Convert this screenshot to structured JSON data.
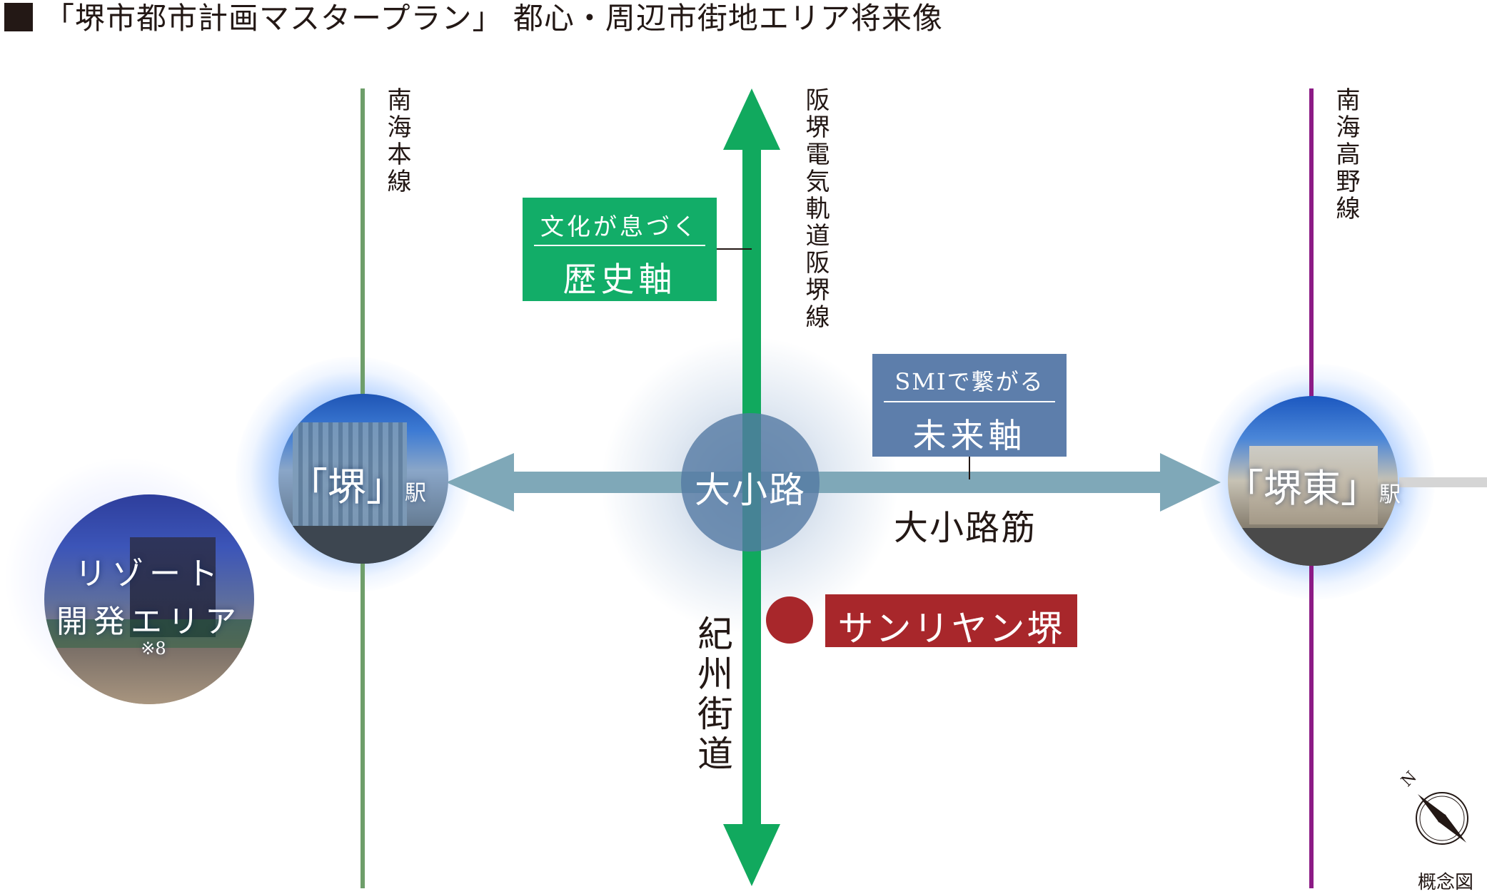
{
  "title": "「堺市都市計画マスタープラン」 都心・周辺市街地エリア将来像",
  "rail_lines": {
    "nankai_main": "南海本線",
    "hankai": "阪堺電気軌道阪堺線",
    "nankai_koya": "南海高野線"
  },
  "stations": {
    "sakai_main": "「堺」",
    "sakai_east_main": "「堺東」",
    "eki": "駅"
  },
  "resort": {
    "line1": "リゾート",
    "line2": "開発エリア",
    "note": "※8"
  },
  "history_axis": {
    "top": "文化が息づく",
    "bottom": "歴史軸"
  },
  "future_axis": {
    "top": "SMIで繋がる",
    "bottom": "未来軸"
  },
  "center_node": "大小路",
  "street_label": "大小路筋",
  "highway_label": "紀州街道",
  "property": {
    "label": "サンリヤン堺"
  },
  "concept_label": "概念図",
  "compass_letter": "N",
  "colors": {
    "nankai_main_line": "#6e9e6a",
    "hankai_axis": "#11a95e",
    "koya_line": "#8c1b85",
    "ew_axis": "#7fa8b8",
    "center_node": "#5479a3",
    "history_box": "#12ad68",
    "future_box": "#5d7eab",
    "property_box": "#a8272b",
    "station_glow": "#3d8cff"
  },
  "icons": [
    "north-compass-icon",
    "property-marker-icon"
  ]
}
